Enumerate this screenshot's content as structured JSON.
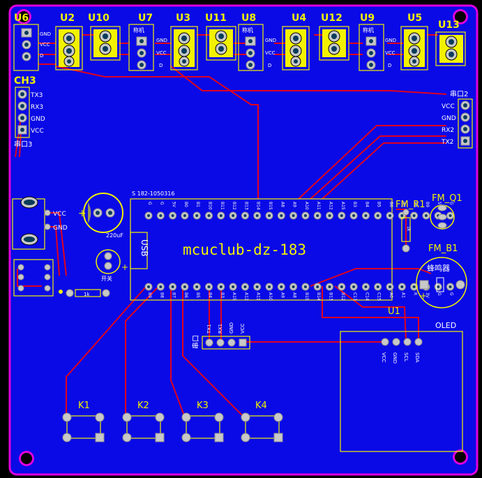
{
  "colors": {
    "board": "#0a0ae6",
    "trace": "#e0001e",
    "silkscreen": "#f2f200",
    "edge": "#e000e0"
  },
  "board": {
    "title": "mcuclub-dz-183",
    "module_label": "S 182-1050316",
    "usb_label": "USB"
  },
  "components": {
    "u6": "U6",
    "u2": "U2",
    "u10": "U10",
    "u7": "U7",
    "u3": "U3",
    "u11": "U11",
    "u8": "U8",
    "u4": "U4",
    "u12": "U12",
    "u9": "U9",
    "u5": "U5",
    "u13": "U13",
    "ch3": "CH3",
    "ch2_label": "串口2",
    "ch3_label": "串口3",
    "fm_r1": "FM_R1",
    "fm_q1": "FM_Q1",
    "fm_b1": "FM_B1",
    "buzzer": "蜂鸣器",
    "u1": "U1",
    "oled": "OLED",
    "k1": "K1",
    "k2": "K2",
    "k3": "K3",
    "k4": "K4",
    "cap": "220uF",
    "switch": "开关",
    "uart": "串口",
    "res": "1k",
    "res2": "1k"
  },
  "pin_labels": {
    "sensor": [
      "GND",
      "VCC",
      "D"
    ],
    "sensor_head": "称机",
    "ch3": [
      "TX3",
      "RX3",
      "GND",
      "VCC"
    ],
    "ch2": [
      "VCC",
      "GND",
      "RX2",
      "TX2"
    ],
    "power": [
      "VCC",
      "GND"
    ],
    "uart_header": [
      "TX1",
      "RX1",
      "GND",
      "VCC"
    ],
    "oled": [
      "VCC",
      "GND",
      "SCL",
      "SDA"
    ],
    "mcu_top": [
      "G",
      "G",
      "5V",
      "B0",
      "B1",
      "B10",
      "B11",
      "B12",
      "B13",
      "B14",
      "B15",
      "A8",
      "A9",
      "A10",
      "A11",
      "A12",
      "A15",
      "B3",
      "B4",
      "B5",
      "B6",
      "B7",
      "B8",
      "B9",
      "5V",
      "G"
    ],
    "mcu_bottom": [
      "B9",
      "B8",
      "B7",
      "B6",
      "B5",
      "B4",
      "B3",
      "A15",
      "A12",
      "A11",
      "A10",
      "A9",
      "A8",
      "B15",
      "B14",
      "B13",
      "B12",
      "C13",
      "C14",
      "C15",
      "A0",
      "A1",
      "R",
      "3V",
      "G",
      "G"
    ]
  }
}
